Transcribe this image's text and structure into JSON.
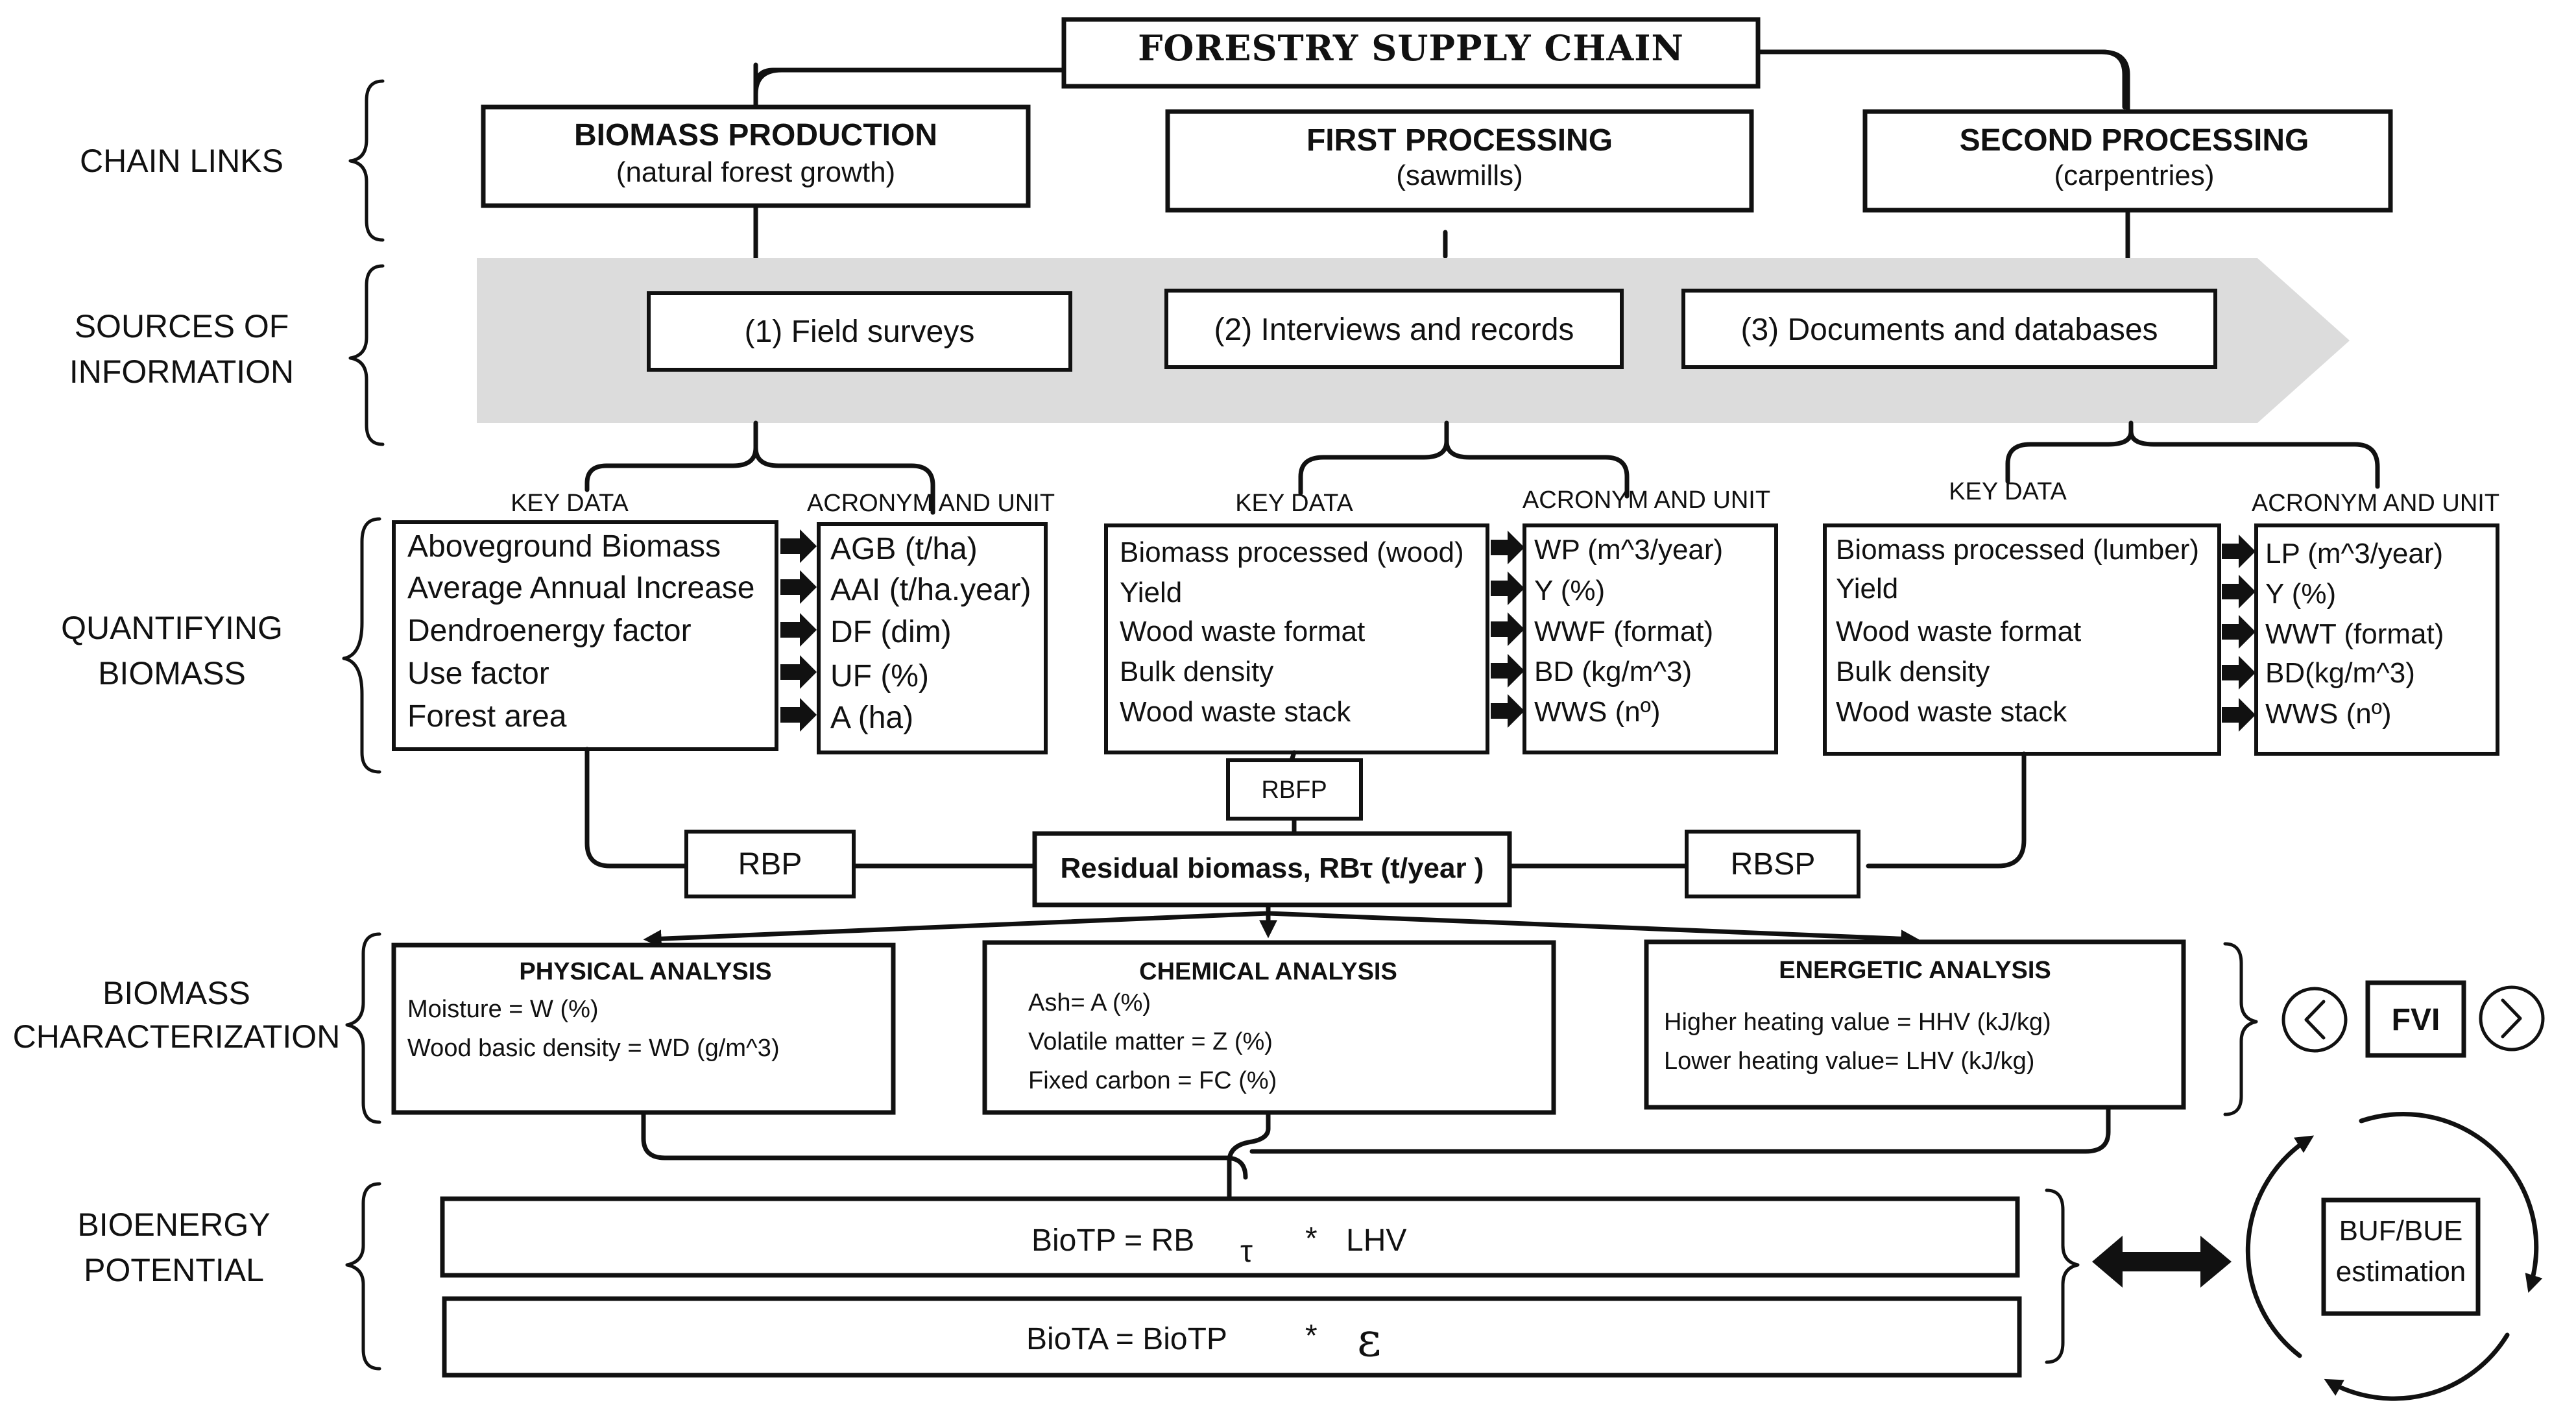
{
  "title": "FORESTRY SUPPLY CHAIN",
  "row_labels": {
    "chain_links": "CHAIN LINKS",
    "sources_1": "SOURCES OF",
    "sources_2": "INFORMATION",
    "quantifying_1": "QUANTIFYING",
    "quantifying_2": "BIOMASS",
    "characterization_1": "BIOMASS",
    "characterization_2": "CHARACTERIZATION",
    "potential_1": "BIOENERGY",
    "potential_2": "POTENTIAL"
  },
  "chain_links": [
    {
      "title": "BIOMASS PRODUCTION",
      "subtitle": "(natural forest growth)"
    },
    {
      "title": "FIRST PROCESSING",
      "subtitle": "(sawmills)"
    },
    {
      "title": "SECOND PROCESSING",
      "subtitle": "(carpentries)"
    }
  ],
  "sources": [
    "(1) Field surveys",
    "(2) Interviews and records",
    "(3) Documents and databases"
  ],
  "key_data_label": "KEY DATA",
  "acronym_label": "ACRONYM AND UNIT",
  "quant_groups": [
    {
      "key_data": [
        "Aboveground Biomass",
        "Average Annual Increase",
        "Dendroenergy factor",
        "Use factor",
        "Forest area"
      ],
      "acronyms": [
        "AGB  (t/ha)",
        "AAI (t/ha.year)",
        "DF (dim)",
        "UF (%)",
        "A (ha)"
      ]
    },
    {
      "key_data": [
        "Biomass processed (wood)",
        "Yield",
        "Wood waste format",
        "Bulk density",
        "Wood waste stack"
      ],
      "acronyms": [
        "WP (m^3/year)",
        "Y (%)",
        "WWF (format)",
        "BD (kg/m^3)",
        "WWS (nº)"
      ]
    },
    {
      "key_data": [
        "Biomass processed (lumber)",
        "Yield",
        "Wood waste format",
        "Bulk density",
        "Wood waste stack"
      ],
      "acronyms": [
        "LP (m^3/year)",
        "Y (%)",
        "WWT (format)",
        "BD(kg/m^3)",
        "WWS (nº)"
      ]
    }
  ],
  "residual": {
    "rbp": "RBP",
    "rbfp": "RBFP",
    "rbsp": "RBSP",
    "main": "Residual biomass, RBτ (t/year )"
  },
  "analyses": [
    {
      "title": "PHYSICAL ANALYSIS",
      "lines": [
        "Moisture = W (%)",
        "Wood basic density = WD (g/m^3)"
      ]
    },
    {
      "title": "CHEMICAL ANALYSIS",
      "lines": [
        "Ash= A (%)",
        "Volatile matter = Z (%)",
        "Fixed carbon = FC (%)"
      ]
    },
    {
      "title": "ENERGETIC ANALYSIS",
      "lines": [
        "Higher heating value = HHV (kJ/kg)",
        "Lower heating value= LHV (kJ/kg)"
      ]
    }
  ],
  "fvi": "FVI",
  "equations": {
    "biotp": {
      "lhs": "BioTP  =  RB",
      "sub": "τ",
      "star": "*",
      "rhs": "LHV"
    },
    "biota": {
      "lhs": "BioTA  = BioTP",
      "star": "*",
      "rhs": "ε"
    }
  },
  "buf_bue": [
    "BUF/BUE",
    "estimation"
  ],
  "icons": [
    "chevron-left-circle-icon",
    "chevron-right-circle-icon",
    "double-arrow-icon",
    "cycle-arrows-icon"
  ]
}
